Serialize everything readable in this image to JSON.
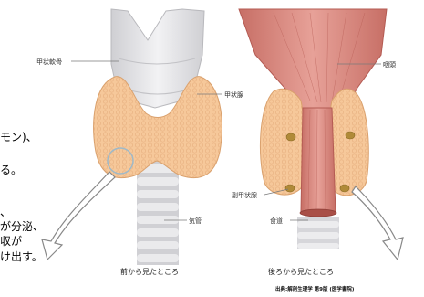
{
  "body_fragments": [
    "モン)、",
    "る。",
    "、",
    "が分泌、",
    "収が",
    "け出す。"
  ],
  "labels": {
    "thyroid_cartilage": "甲状軟骨",
    "thyroid_gland": "甲状腺",
    "trachea": "気管",
    "pharynx": "咽頭",
    "parathyroid": "副甲状腺",
    "esophagus": "食道"
  },
  "captions": {
    "front": "前から見たところ",
    "back": "後ろから見たところ"
  },
  "source": "出典:解剖生理学 第9版 (医学書院)",
  "colors": {
    "thyroid": "#f6c89a",
    "thyroid_edge": "#d9a06c",
    "cartilage": "#e6e6e8",
    "muscle": "#d8867c",
    "parathyroid": "#b08a38",
    "arrow": "#888888",
    "leader": "#7a7a7a"
  }
}
